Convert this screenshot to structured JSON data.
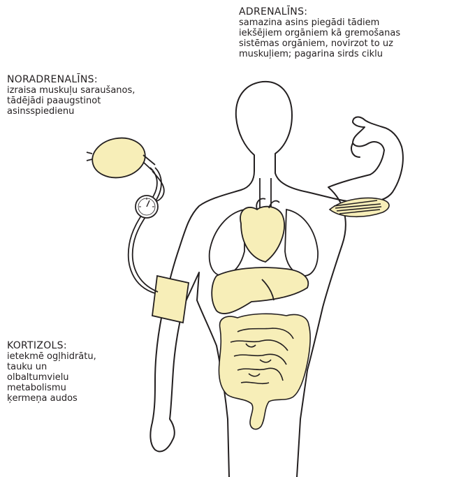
{
  "annotations": {
    "adrenalins": {
      "title": "ADRENALĪNS:",
      "text": "samazina asins piegādi tādiem\niekšējiem orgāniem kā gremošanas\nsistēmas orgāniem, novirzot to uz\nmuskuļiem; pagarina sirds ciklu"
    },
    "noradrenalins": {
      "title": "NORADRENALĪNS:",
      "text": "izraisa muskuļu saraušanos,\ntādējādi paaugstinot\nasinsspiedienu"
    },
    "kortizols": {
      "title": "KORTIZOLS:",
      "text": "ietekmē ogļhidrātu,\ntauku un\nolbaltumvielu\nmetabolismu\nķermeņa audos"
    }
  },
  "colors": {
    "outline": "#231f20",
    "organ_fill": "#f7eeb8",
    "background": "#ffffff"
  },
  "icons": [
    "human-body-outline",
    "blood-pressure-cuff-icon",
    "pressure-gauge-icon",
    "heart-icon",
    "liver-icon",
    "lungs-icon",
    "intestines-icon",
    "biceps-muscle-icon"
  ]
}
